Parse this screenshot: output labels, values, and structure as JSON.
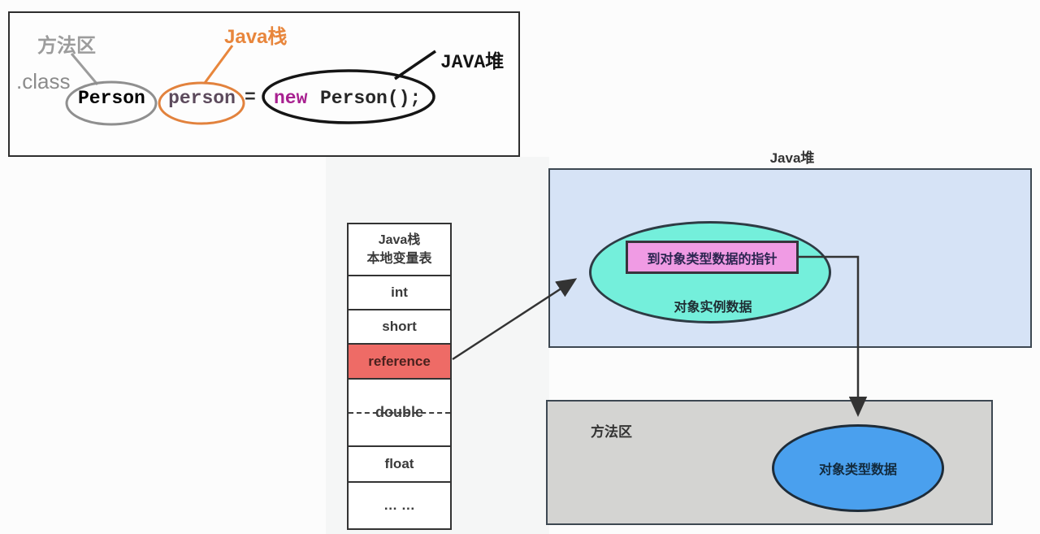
{
  "code_box": {
    "method_area_label": "方法区",
    "class_file_label": ".class",
    "java_stack_label": "Java栈",
    "java_heap_label": "JAVA堆",
    "code": {
      "type_name": "Person",
      "var_name": "person",
      "equals": "=",
      "keyword_new": "new",
      "constructor_call": "Person();"
    }
  },
  "stack": {
    "header_line1": "Java栈",
    "header_line2": "本地变量表",
    "rows": [
      {
        "label": "int"
      },
      {
        "label": "short"
      },
      {
        "label": "reference"
      },
      {
        "label": "double"
      },
      {
        "label": "float"
      },
      {
        "label": "… …"
      }
    ]
  },
  "heap": {
    "title": "Java堆",
    "pointer_box_label": "到对象类型数据的指针",
    "instance_data_label": "对象实例数据"
  },
  "method_area": {
    "title": "方法区",
    "type_data_label": "对象类型数据"
  },
  "colors": {
    "reference_highlight": "#ee6b66",
    "pointer_box_pink": "#f09be4",
    "instance_cyan": "#74efdb",
    "heap_background": "#d6e3f6",
    "method_area_gray": "#d4d4d2",
    "type_data_blue": "#4aa0ee",
    "stack_annotation_orange": "#e8863c",
    "method_annotation_gray": "#9c9c9c",
    "new_keyword_magenta": "#a82090",
    "line_dark": "#333333"
  }
}
